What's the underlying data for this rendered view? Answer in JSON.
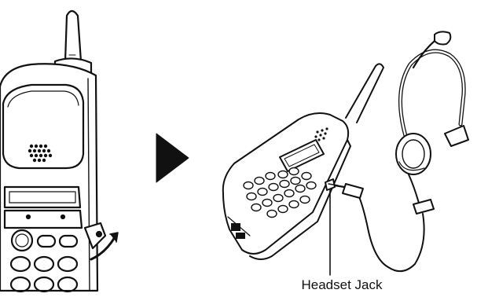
{
  "diagram": {
    "callout": {
      "label": "Headset Jack"
    },
    "colors": {
      "ink": "#111111",
      "paper": "#ffffff",
      "shade": "#9a9a9a"
    },
    "icons": [
      "left-handset-closeup",
      "step-arrow-icon",
      "cordless-handset",
      "headset",
      "headset-plug"
    ]
  }
}
